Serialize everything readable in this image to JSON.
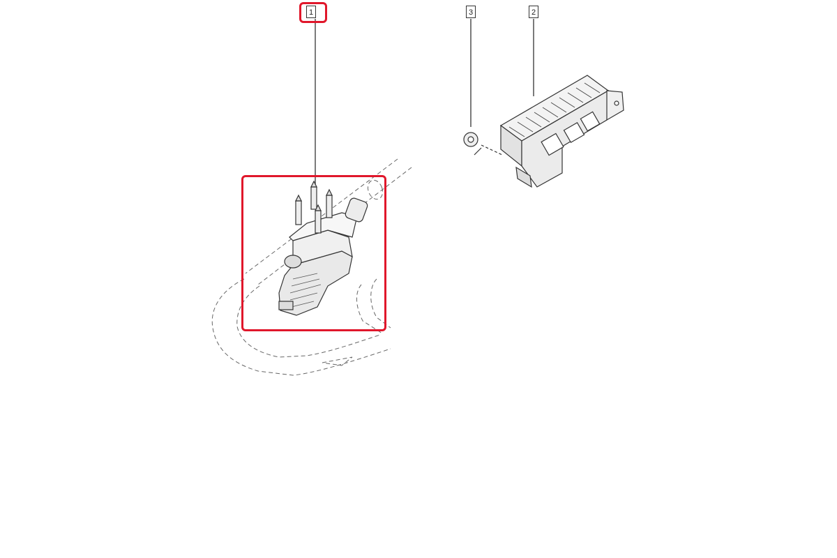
{
  "callouts": [
    {
      "id": "1",
      "label": "1",
      "highlighted": true
    },
    {
      "id": "3",
      "label": "3",
      "highlighted": false
    },
    {
      "id": "2",
      "label": "2",
      "highlighted": false
    }
  ],
  "colors": {
    "highlight": "#e0172b",
    "line": "#333333",
    "dashed": "#555555",
    "background": "#ffffff"
  }
}
